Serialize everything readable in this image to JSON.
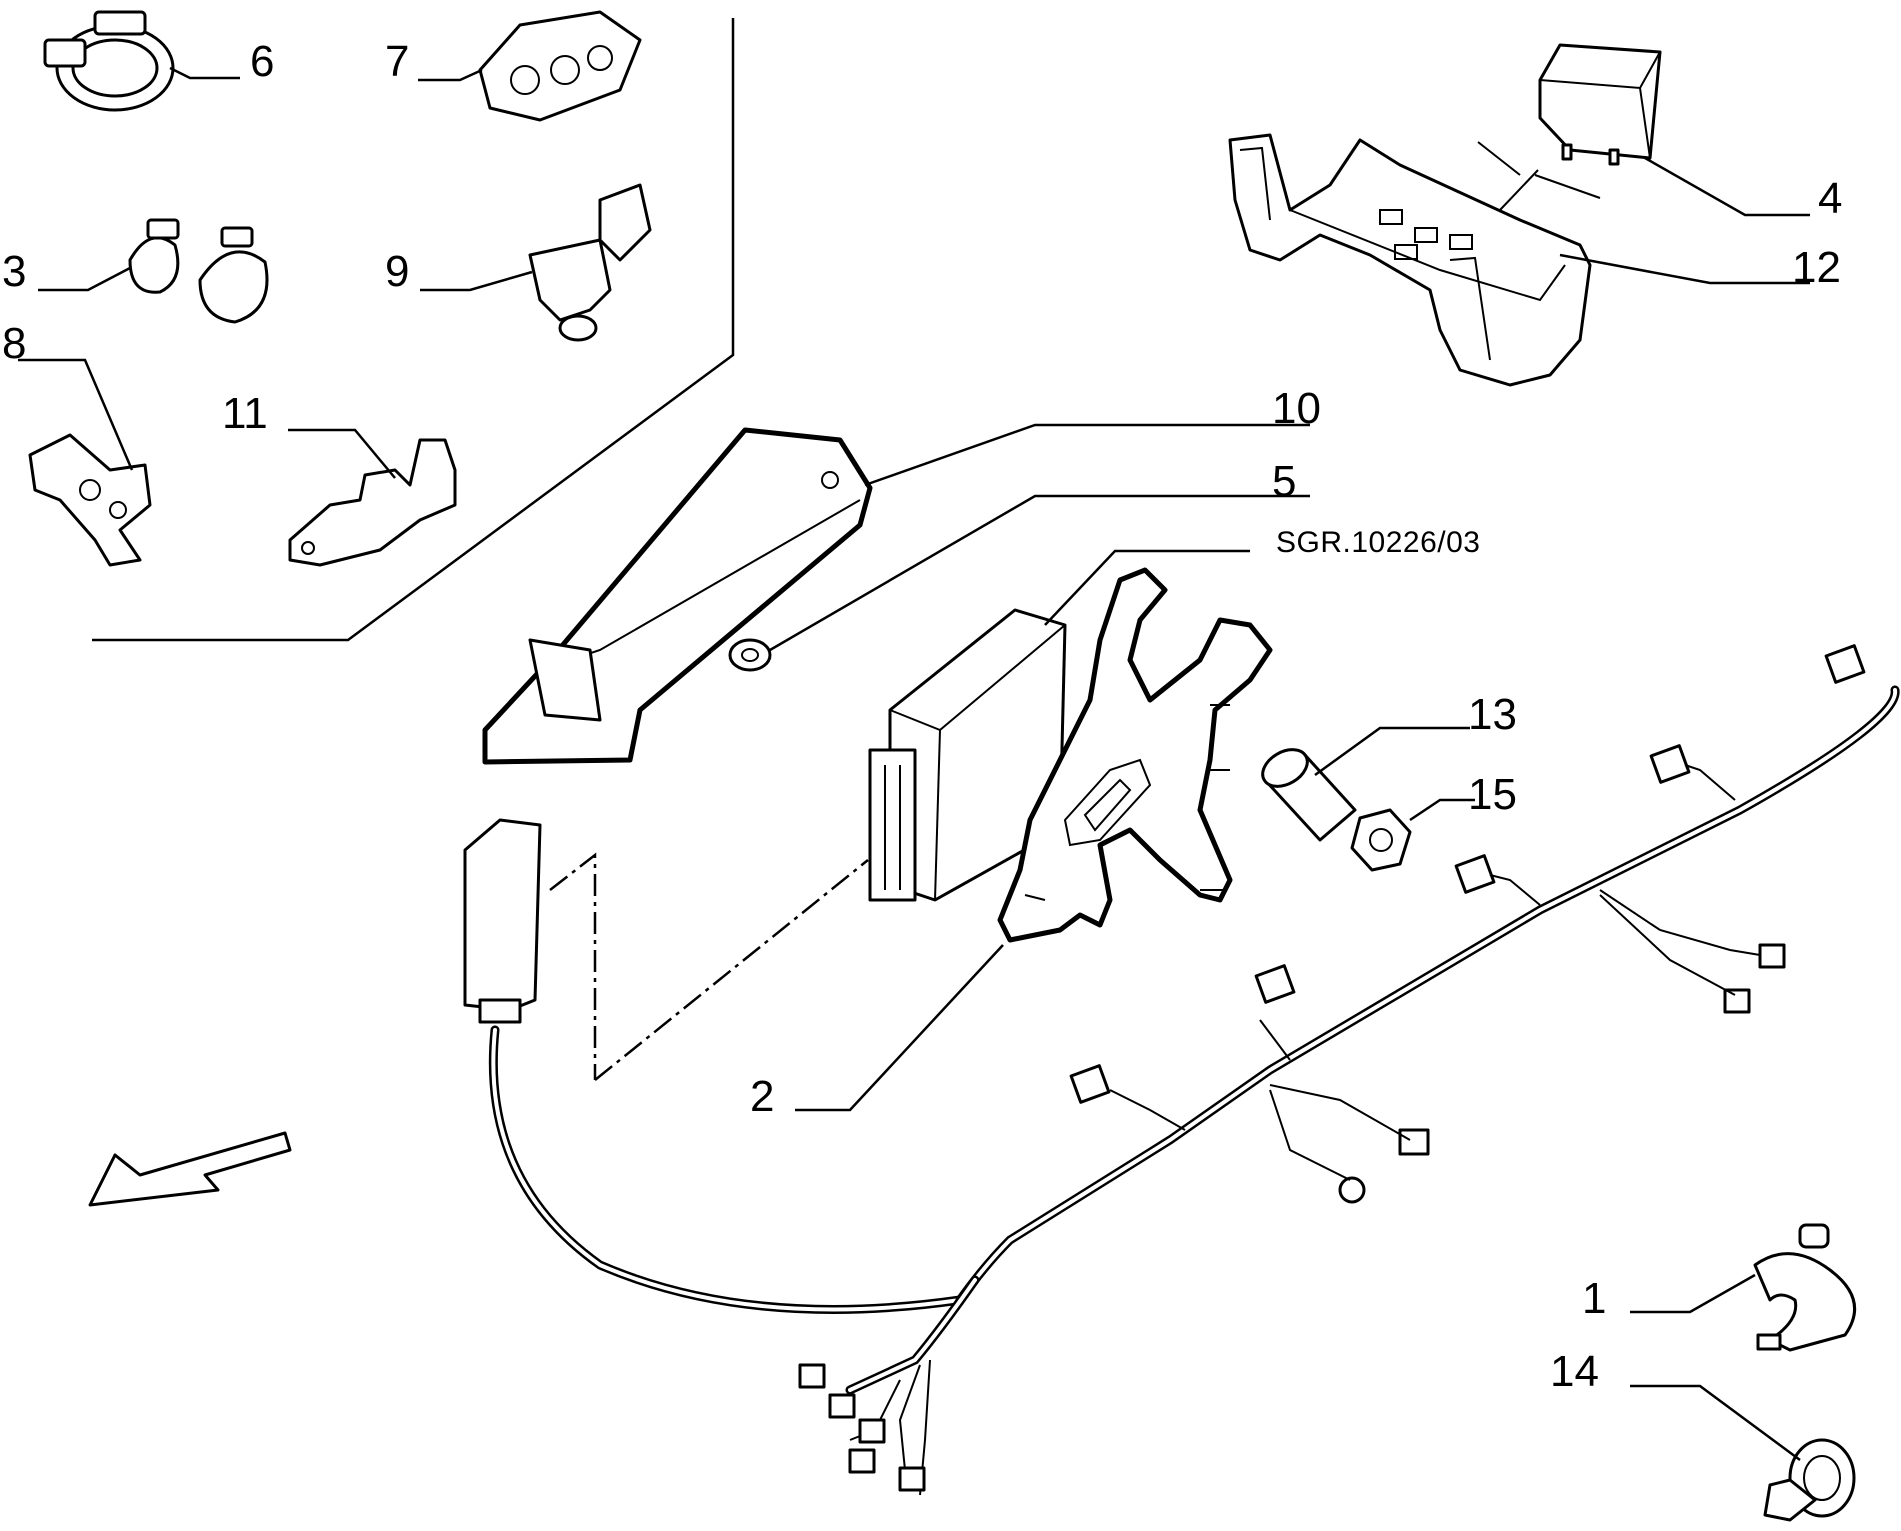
{
  "reference": "SGR.10226/03",
  "callouts": {
    "c1": "1",
    "c2": "2",
    "c3": "3",
    "c4": "4",
    "c5": "5",
    "c6": "6",
    "c7": "7",
    "c8": "8",
    "c9": "9",
    "c10": "10",
    "c11": "11",
    "c12": "12",
    "c13": "13",
    "c14": "14",
    "c15": "15"
  }
}
